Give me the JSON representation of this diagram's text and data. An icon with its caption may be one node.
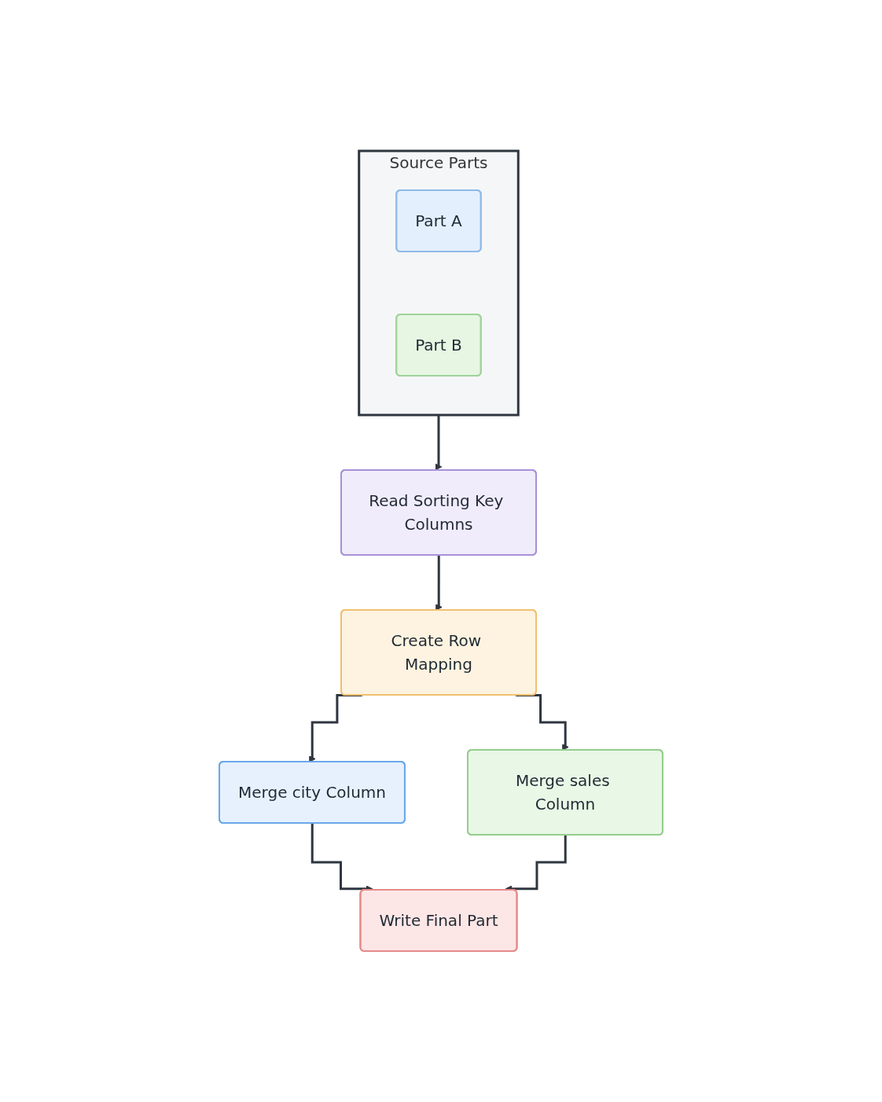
{
  "diagram": {
    "nodes": [
      {
        "text": [
          "Source Parts"
        ]
      },
      {
        "text": [
          "Part A"
        ],
        "in": 0
      },
      {
        "text": [
          "Part B"
        ],
        "in": 0
      },
      {
        "text": [
          "Read Sorting Key Columns"
        ]
      },
      {
        "text": [
          "Create Row Mapping"
        ]
      },
      {
        "text": [
          "Merge city Column"
        ]
      },
      {
        "text": [
          "Merge sales Column"
        ]
      },
      {
        "text": [
          "Write Final Part"
        ]
      }
    ],
    "edges": [
      {
        "from": 0,
        "to": 3,
        "arrow": "to"
      },
      {
        "from": 3,
        "to": 4,
        "arrow": "to"
      },
      {
        "from": 4,
        "to": 5,
        "arrow": "to"
      },
      {
        "from": 4,
        "to": 6,
        "arrow": "to"
      },
      {
        "from": 5,
        "to": 7,
        "arrow": "to"
      },
      {
        "from": 6,
        "to": 7,
        "arrow": "to"
      }
    ]
  }
}
